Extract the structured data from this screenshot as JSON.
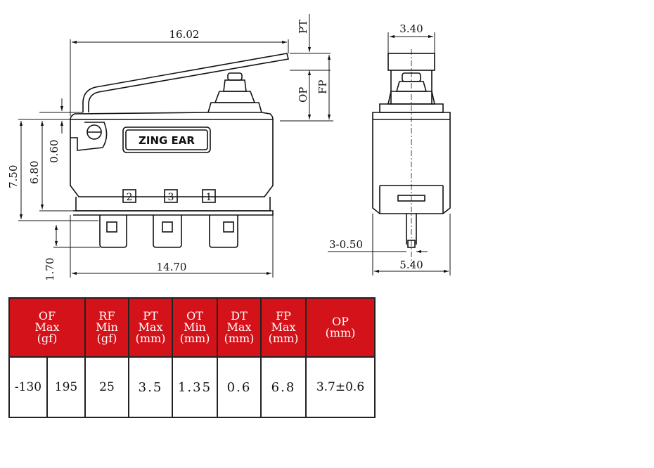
{
  "dimensions": {
    "length_top": "16.02",
    "width_side": "3.40",
    "pt": "PT",
    "op": "OP",
    "fp": "FP",
    "h_total": "7.50",
    "h_body": "6.80",
    "h_small": "0.60",
    "terminal_h": "1.70",
    "length_bottom": "14.70",
    "pin_spec": "3-0.50",
    "width_bottom": "5.40"
  },
  "label": {
    "brand": "ZING EAR",
    "terminal_2": "2",
    "terminal_3": "3",
    "terminal_1": "1"
  },
  "table": {
    "headers": [
      "OF\nMax\n(gf)",
      "RF\nMin\n(gf)",
      "PT\nMax\n(mm)",
      "OT\nMin\n(mm)",
      "DT\nMax\n(mm)",
      "FP\nMax\n(mm)",
      "OP\n(mm)"
    ],
    "of_min": "-130",
    "of_max": "195",
    "rf": "25",
    "pt": "3.5",
    "ot": "1.35",
    "dt": "0.6",
    "fp": "6.8",
    "op": "3.7±0.6"
  },
  "colors": {
    "header_bg": "#d4121a",
    "header_text": "#ffffff",
    "line": "#111111"
  }
}
